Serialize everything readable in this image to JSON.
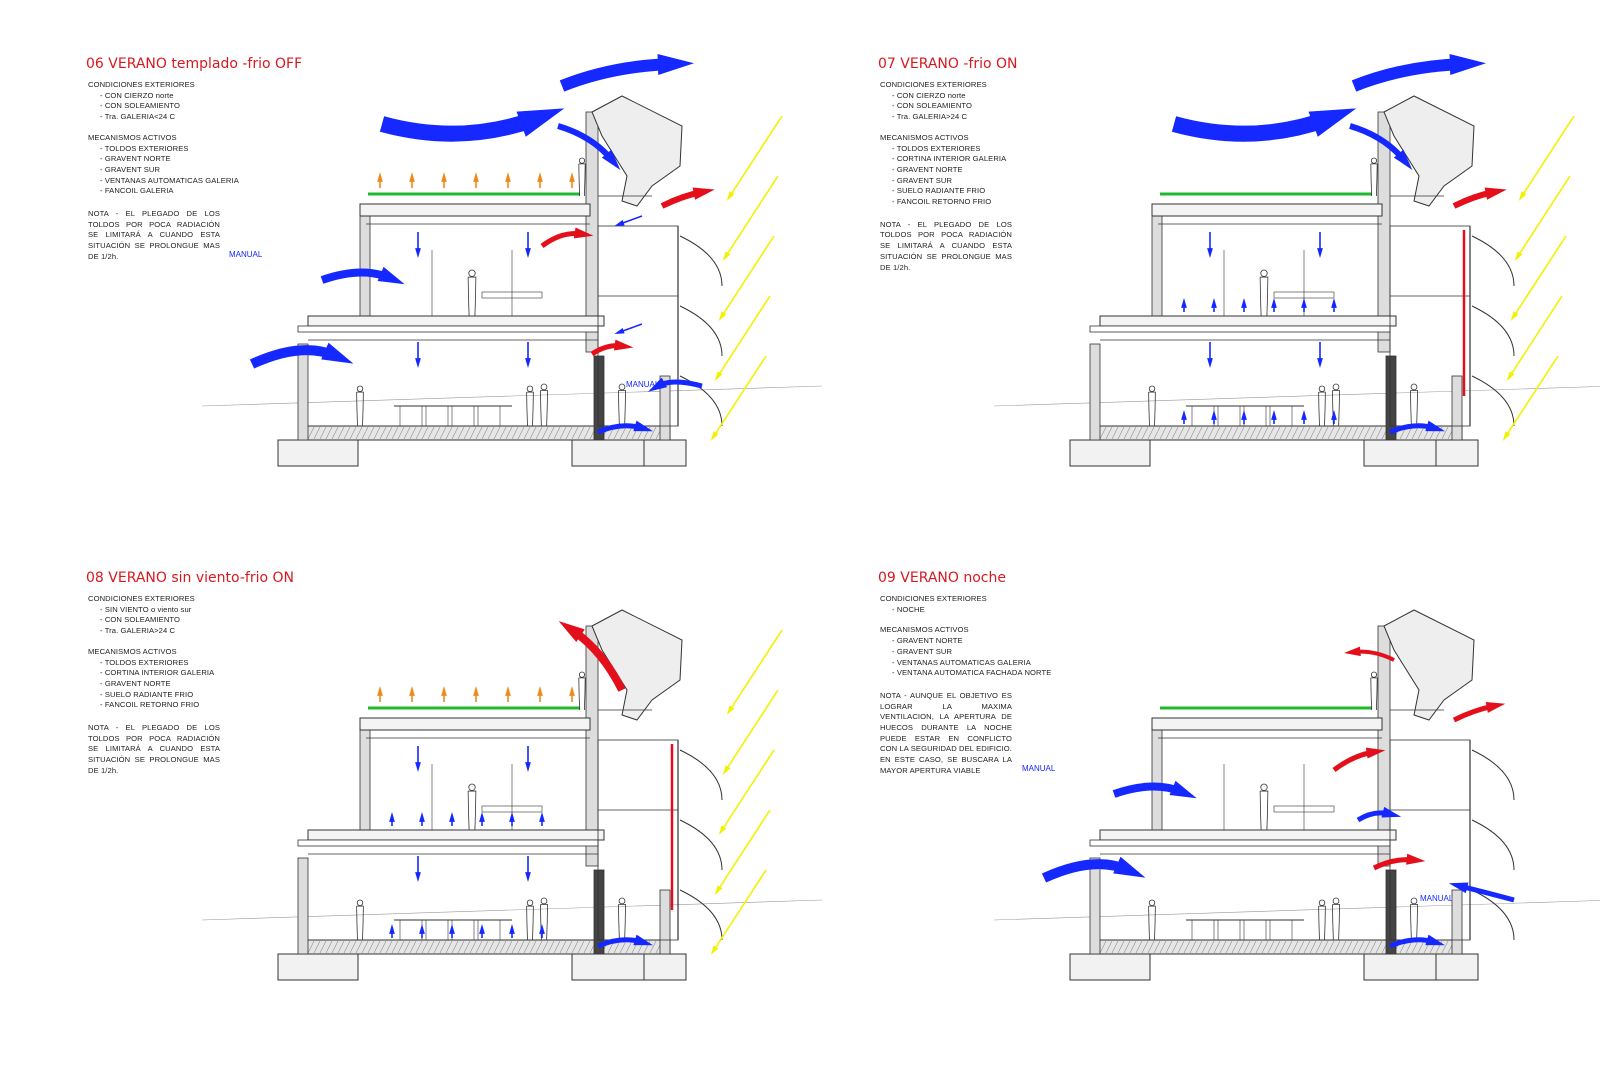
{
  "colors": {
    "title": "#d71920",
    "blue": "#1428ff",
    "red": "#e3101c",
    "yellow": "#f2f200",
    "green": "#1fb82f",
    "orange": "#f08a1c",
    "line": "#333333"
  },
  "panels": [
    {
      "id": "06",
      "title": "06 VERANO templado -frio OFF",
      "conditions_heading": "CONDICIONES EXTERIORES",
      "conditions": [
        "- CON CIERZO norte",
        "- CON SOLEAMIENTO",
        "- Tra. GALERIA<24 C"
      ],
      "mechanisms_heading": "MECANISMOS ACTIVOS",
      "mechanisms": [
        "- TOLDOS EXTERIORES",
        "- GRAVENT NORTE",
        "- GRAVENT SUR",
        "- VENTANAS AUTOMATICAS GALERIA",
        "- FANCOIL GALERIA"
      ],
      "note": "NOTA - EL PLEGADO DE LOS TOLDOS POR POCA RADIACIÓN SE LIMITARÁ A CUANDO ESTA SITUACIÓN SE PROLONGUE MAS DE 1/2h.",
      "manual_labels": [
        "MANUAL",
        "MANUAL"
      ]
    },
    {
      "id": "07",
      "title": "07 VERANO -frio ON",
      "conditions_heading": "CONDICIONES EXTERIORES",
      "conditions": [
        "- CON CIERZO norte",
        "- CON SOLEAMIENTO",
        "- Tra. GALERIA>24 C"
      ],
      "mechanisms_heading": "MECANISMOS ACTIVOS",
      "mechanisms": [
        "- TOLDOS EXTERIORES",
        "- CORTINA INTERIOR GALERIA",
        "- GRAVENT NORTE",
        "- GRAVENT SUR",
        "- SUELO RADIANTE FRIO",
        "- FANCOIL RETORNO FRIO"
      ],
      "note": "NOTA - EL PLEGADO DE LOS TOLDOS POR POCA RADIACIÓN SE LIMITARÁ A CUANDO ESTA SITUACIÓN SE PROLONGUE MAS DE 1/2h.",
      "manual_labels": []
    },
    {
      "id": "08",
      "title": "08 VERANO sin viento-frio ON",
      "conditions_heading": "CONDICIONES EXTERIORES",
      "conditions": [
        "- SIN VIENTO o viento sur",
        "- CON SOLEAMIENTO",
        "- Tra. GALERIA>24 C"
      ],
      "mechanisms_heading": "MECANISMOS ACTIVOS",
      "mechanisms": [
        "- TOLDOS EXTERIORES",
        "- CORTINA INTERIOR GALERIA",
        "- GRAVENT NORTE",
        "- SUELO RADIANTE FRIO",
        "- FANCOIL RETORNO FRIO"
      ],
      "note": "NOTA - EL PLEGADO DE LOS TOLDOS POR POCA RADIACIÓN SE LIMITARÁ A CUANDO ESTA SITUACIÓN SE PROLONGUE MAS DE 1/2h.",
      "manual_labels": []
    },
    {
      "id": "09",
      "title": "09 VERANO noche",
      "conditions_heading": "CONDICIONES EXTERIORES",
      "conditions": [
        "- NOCHE"
      ],
      "mechanisms_heading": "MECANISMOS ACTIVOS",
      "mechanisms": [
        "- GRAVENT NORTE",
        "- GRAVENT SUR",
        "- VENTANAS AUTOMATICAS GALERIA",
        "- VENTANA AUTOMATICA FACHADA NORTE"
      ],
      "note": "NOTA - AUNQUE EL OBJETIVO ES LOGRAR LA MAXIMA VENTILACION, LA APERTURA DE HUECOS DURANTE LA NOCHE PUEDE ESTAR EN CONFLICTO CON LA SEGURIDAD DEL EDIFICIO. EN ESTE CASO, SE BUSCARA LA MAYOR APERTURA VIABLE",
      "manual_labels": [
        "MANUAL",
        "MANUAL"
      ]
    }
  ]
}
